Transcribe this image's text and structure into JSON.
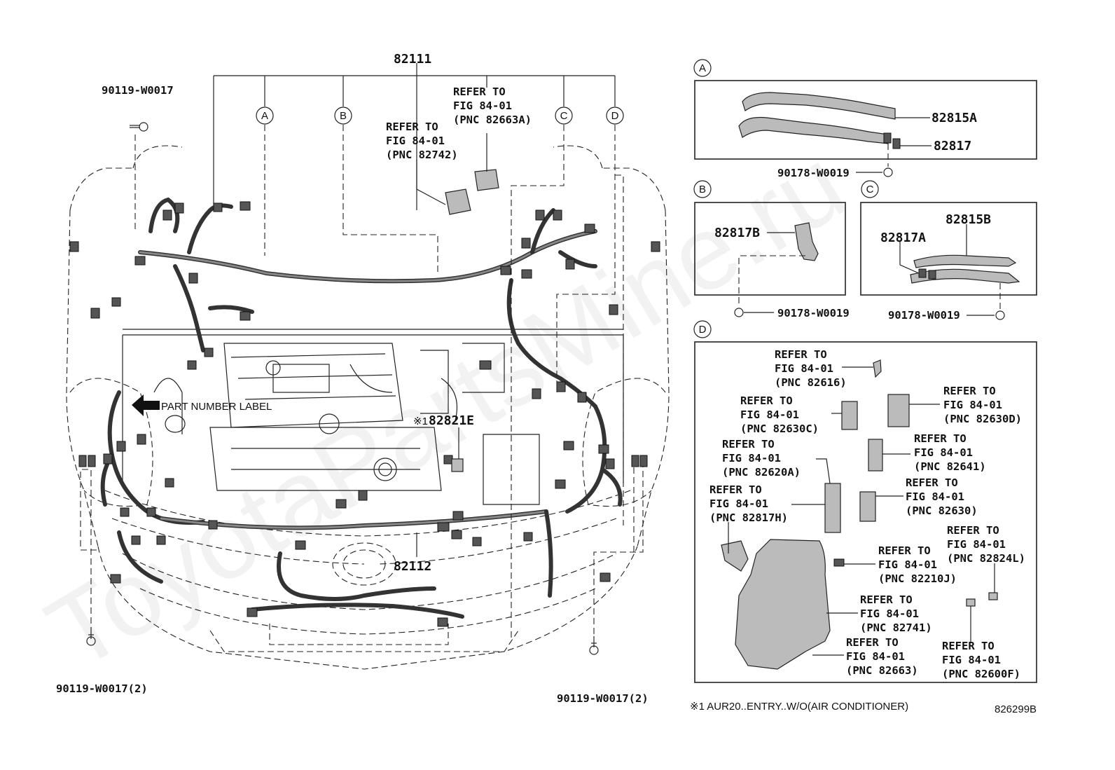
{
  "watermark": "ToyotaPartsMine.ru",
  "main_labels": {
    "harness_top": "82111",
    "harness_bottom": "82112",
    "bolt_top": "90119-W0017",
    "bolt_bottom_left": "90119-W0017(2)",
    "bolt_bottom_right": "90119-W0017(2)",
    "part_82821E": "82821E",
    "note_mark": "※1",
    "part_number_label": "PART NUMBER LABEL"
  },
  "refer_main": [
    {
      "l1": "REFER TO",
      "l2": "FIG 84-01",
      "l3": "(PNC 82742)"
    },
    {
      "l1": "REFER TO",
      "l2": "FIG 84-01",
      "l3": "(PNC 82663A)"
    }
  ],
  "callouts_main": [
    "A",
    "B",
    "C",
    "D"
  ],
  "box_A": {
    "tag": "A",
    "p1": "82815A",
    "p2": "82817",
    "bolt": "90178-W0019"
  },
  "box_B": {
    "tag": "B",
    "p1": "82817B",
    "bolt": "90178-W0019"
  },
  "box_C": {
    "tag": "C",
    "p1": "82815B",
    "p2": "82817A",
    "bolt": "90178-W0019"
  },
  "box_D": {
    "tag": "D",
    "refs": [
      {
        "l1": "REFER TO",
        "l2": "FIG 84-01",
        "l3": "(PNC 82616)"
      },
      {
        "l1": "REFER TO",
        "l2": "FIG 84-01",
        "l3": "(PNC 82630C)"
      },
      {
        "l1": "REFER TO",
        "l2": "FIG 84-01",
        "l3": "(PNC 82630D)"
      },
      {
        "l1": "REFER TO",
        "l2": "FIG 84-01",
        "l3": "(PNC 82620A)"
      },
      {
        "l1": "REFER TO",
        "l2": "FIG 84-01",
        "l3": "(PNC 82641)"
      },
      {
        "l1": "REFER TO",
        "l2": "FIG 84-01",
        "l3": "(PNC 82817H)"
      },
      {
        "l1": "REFER TO",
        "l2": "FIG 84-01",
        "l3": "(PNC 82630)"
      },
      {
        "l1": "REFER TO",
        "l2": "FIG 84-01",
        "l3": "(PNC 82824L)"
      },
      {
        "l1": "REFER TO",
        "l2": "FIG 84-01",
        "l3": "(PNC 82210J)"
      },
      {
        "l1": "REFER TO",
        "l2": "FIG 84-01",
        "l3": "(PNC 82741)"
      },
      {
        "l1": "REFER TO",
        "l2": "FIG 84-01",
        "l3": "(PNC 82663)"
      },
      {
        "l1": "REFER TO",
        "l2": "FIG 84-01",
        "l3": "(PNC 82600F)"
      }
    ]
  },
  "footnote": "※1 AUR20..ENTRY..W/O(AIR CONDITIONER)",
  "figure_code": "826299B"
}
